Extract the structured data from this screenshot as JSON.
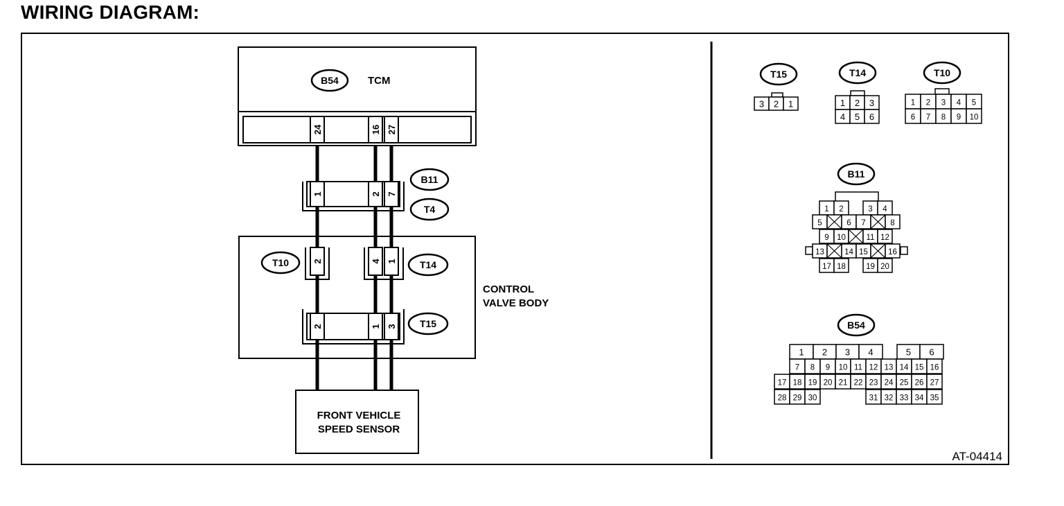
{
  "page": {
    "title": "WIRING DIAGRAM:",
    "figure_id": "AT-04414"
  },
  "components": {
    "tcm": {
      "connector": "B54",
      "label": "TCM",
      "pins": [
        "24",
        "16",
        "27"
      ]
    },
    "joint_connector": {
      "connectors": [
        "B11",
        "T4"
      ],
      "pins": [
        "1",
        "2",
        "7"
      ]
    },
    "control_valve_body": {
      "label_line1": "CONTROL",
      "label_line2": "VALVE BODY",
      "t10": {
        "connector": "T10",
        "pins": [
          "2"
        ]
      },
      "t14": {
        "connector": "T14",
        "pins": [
          "4",
          "1"
        ]
      },
      "t15": {
        "connector": "T15",
        "pins": [
          "2",
          "1",
          "3"
        ]
      }
    },
    "sensor": {
      "label_line1": "FRONT VEHICLE",
      "label_line2": "SPEED SENSOR"
    }
  },
  "connector_views": {
    "T15": {
      "rows": [
        [
          "3",
          "2",
          "1"
        ]
      ]
    },
    "T14": {
      "rows": [
        [
          "1",
          "2",
          "3"
        ],
        [
          "4",
          "5",
          "6"
        ]
      ]
    },
    "T10": {
      "rows": [
        [
          "1",
          "2",
          "3",
          "4",
          "5"
        ],
        [
          "6",
          "7",
          "8",
          "9",
          "10"
        ]
      ]
    },
    "B11": {
      "rows": [
        [
          "1",
          "2",
          "3",
          "4"
        ],
        [
          "5",
          "6",
          "7",
          "8"
        ],
        [
          "9",
          "10",
          "11",
          "12"
        ],
        [
          "13",
          "14",
          "15",
          "16"
        ],
        [
          "17",
          "18",
          "19",
          "20"
        ]
      ]
    },
    "B54": {
      "rows": [
        [
          "1",
          "2",
          "3",
          "4",
          "5",
          "6"
        ],
        [
          "7",
          "8",
          "9",
          "10",
          "11",
          "12",
          "13",
          "14",
          "15",
          "16"
        ],
        [
          "17",
          "18",
          "19",
          "20",
          "21",
          "22",
          "23",
          "24",
          "25",
          "26",
          "27"
        ],
        [
          "28",
          "29",
          "30",
          "31",
          "32",
          "33",
          "34",
          "35"
        ]
      ]
    }
  }
}
